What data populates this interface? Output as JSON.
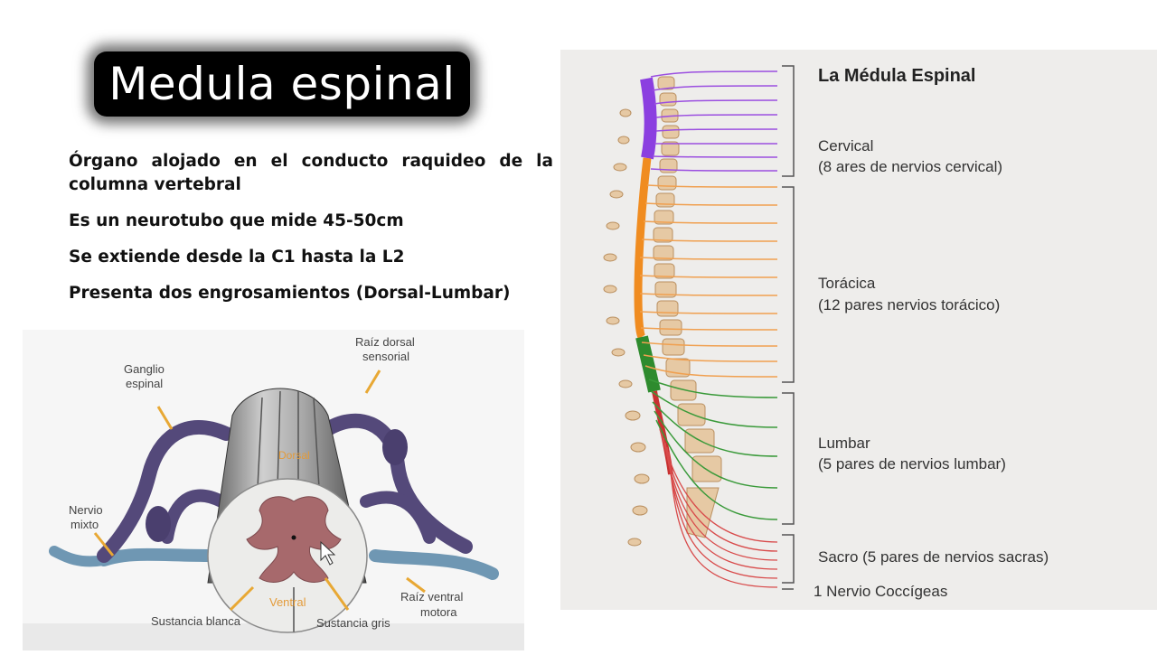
{
  "slide": {
    "title": "Medula espinal",
    "bullets": [
      "Órgano alojado en el conducto raquideo de la columna vertebral",
      "Es un neurotubo que mide 45-50cm",
      "Se extiende desde la C1 hasta la L2",
      "Presenta dos engrosamientos (Dorsal-Lumbar)"
    ]
  },
  "cross_section": {
    "labels": {
      "ganglio_1": "Ganglio",
      "ganglio_2": "espinal",
      "raiz_dorsal_1": "Raíz dorsal",
      "raiz_dorsal_2": "sensorial",
      "dorsal": "Dorsal",
      "nervio_1": "Nervio",
      "nervio_2": "mixto",
      "ventral": "Ventral",
      "raiz_ventral_1": "Raíz ventral",
      "raiz_ventral_2": "motora",
      "sustancia_blanca": "Sustancia blanca",
      "sustancia_gris": "Sustancia gris"
    }
  },
  "spine_diagram": {
    "title": "La Médula Espinal",
    "regions": [
      {
        "name": "Cervical",
        "detail": "(8 ares de nervios cervical)",
        "color": "#9b4fe0"
      },
      {
        "name": "Torácica",
        "detail": "(12 pares nervios torácico)",
        "color": "#f08c20"
      },
      {
        "name": "Lumbar",
        "detail": "(5 pares de nervios lumbar)",
        "color": "#3a9a3a"
      },
      {
        "name": "Sacro (5 pares de nervios sacras)",
        "detail": "",
        "color": "#d83a3a"
      },
      {
        "name": "1 Nervio Coccígeas",
        "detail": "",
        "color": "#d83a3a"
      }
    ]
  }
}
